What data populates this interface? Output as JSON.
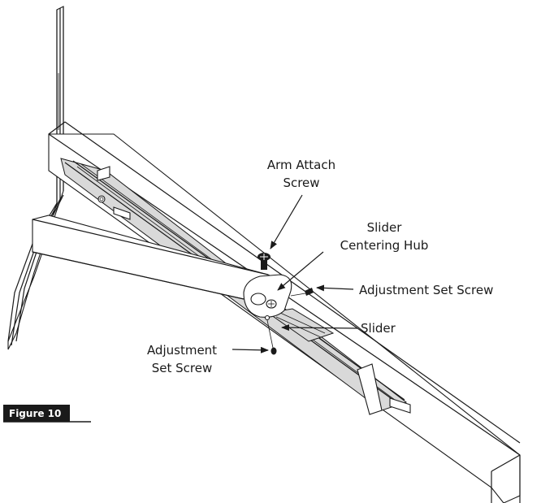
{
  "figure_badge": {
    "text": "Figure 10",
    "background": "#1a1a1a",
    "color": "#ffffff"
  },
  "labels": {
    "arm_attach_screw_line1": "Arm Attach",
    "arm_attach_screw_line2": "Screw",
    "slider_centering_hub_line1": "Slider",
    "slider_centering_hub_line2": "Centering Hub",
    "adjustment_set_screw_right": "Adjustment Set Screw",
    "slider": "Slider",
    "adjustment_set_screw_left_line1": "Adjustment",
    "adjustment_set_screw_left_line2": "Set Screw"
  }
}
